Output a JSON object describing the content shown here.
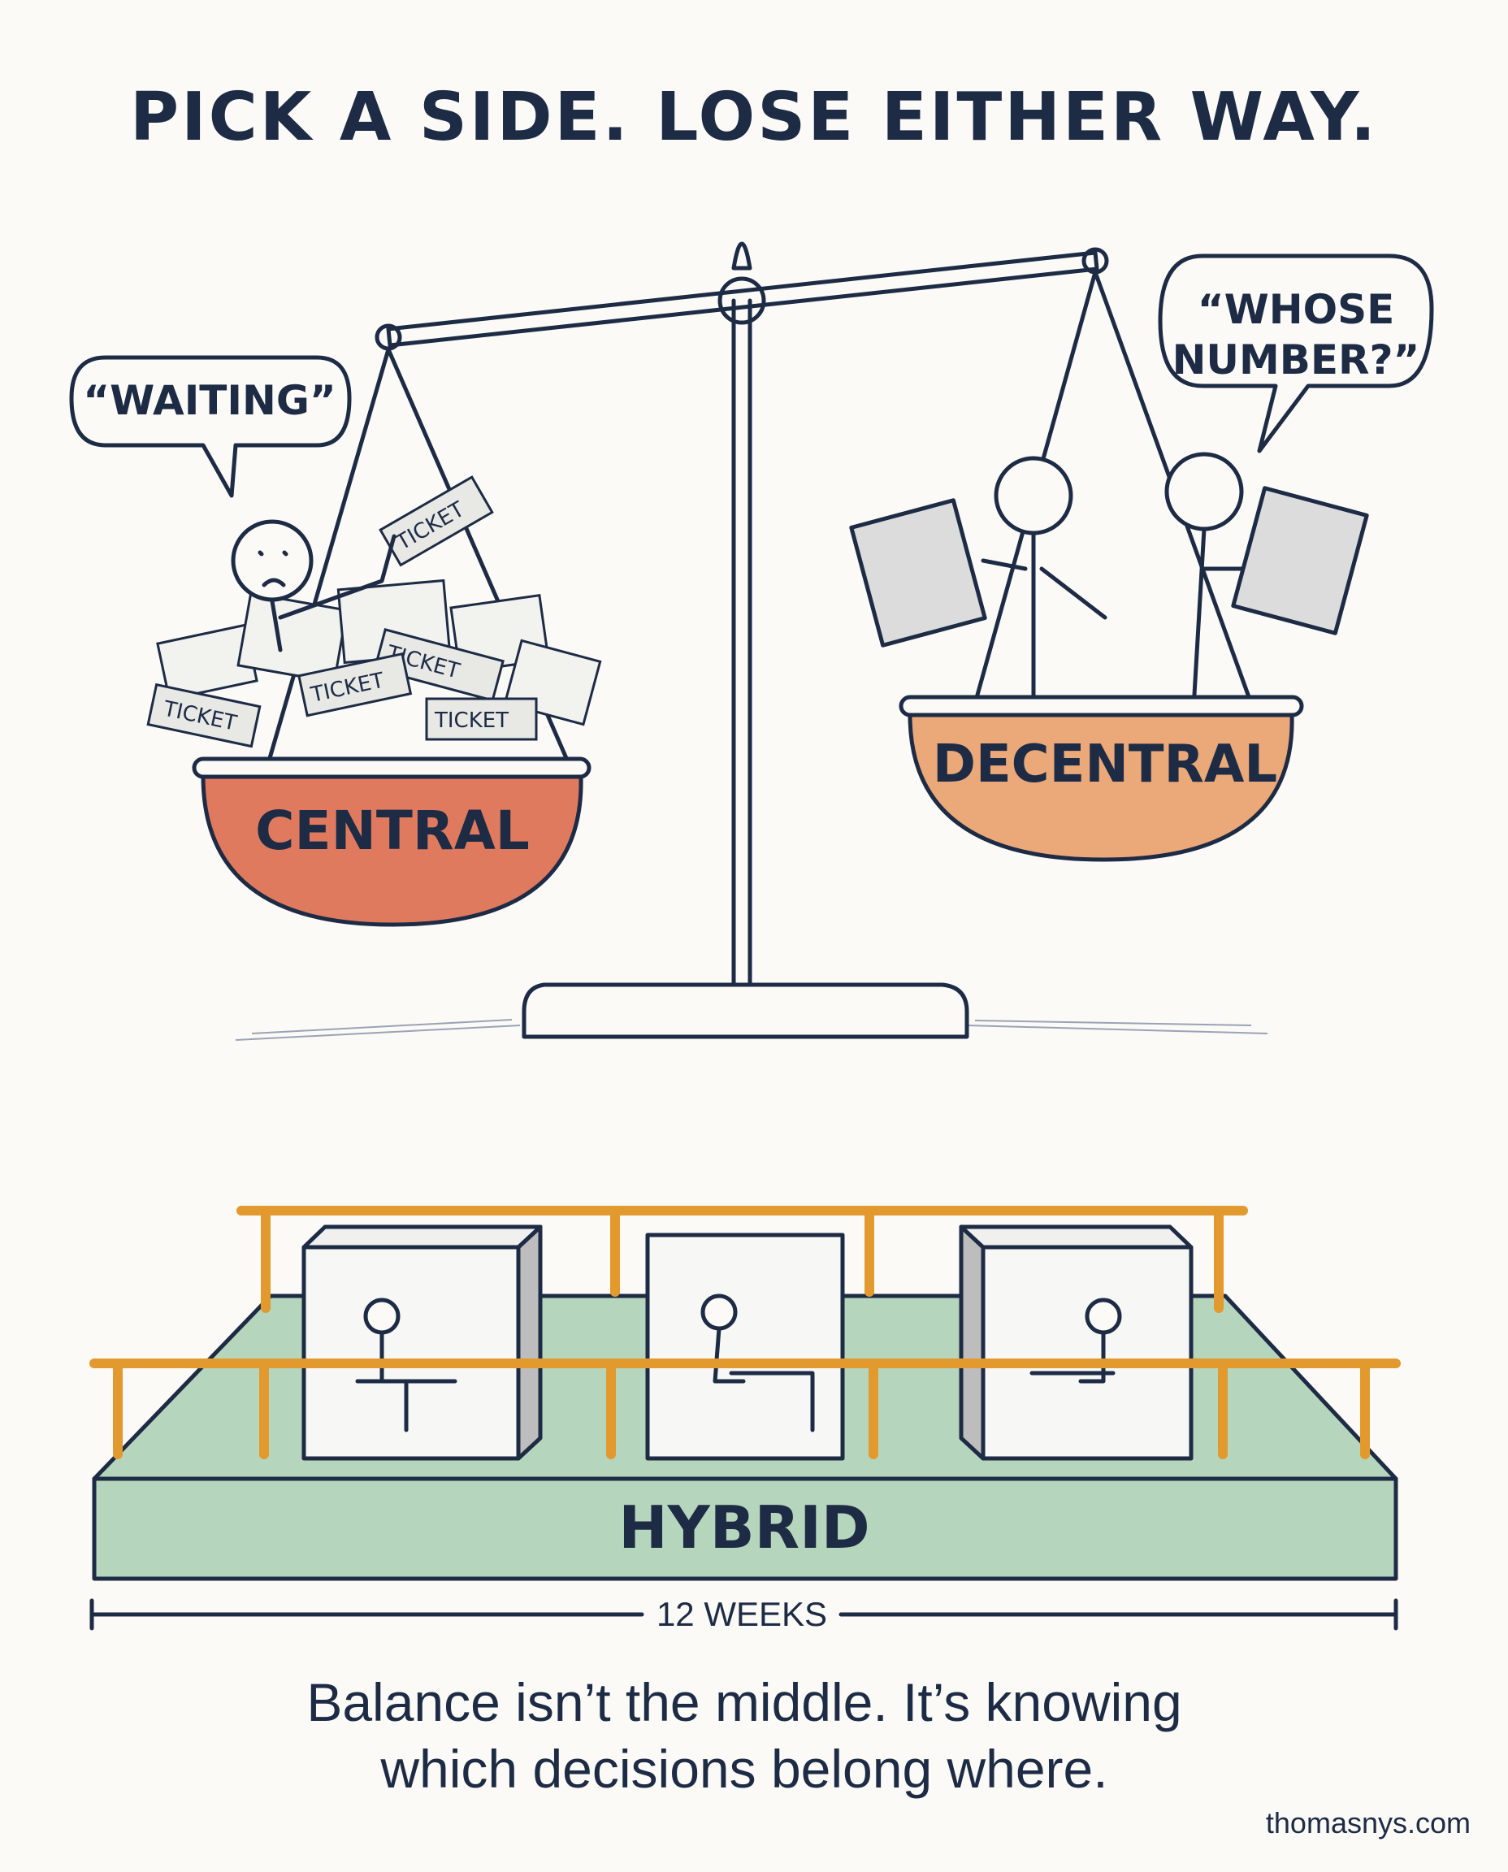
{
  "title": "PICK A SIDE. LOSE EITHER WAY.",
  "scale": {
    "left_pan": {
      "label": "CENTRAL",
      "speech": "“WAITING”",
      "tickets": [
        "TICKET",
        "TICKET",
        "TICKET",
        "TICKET",
        "TICKET"
      ],
      "color": "#e07a5f"
    },
    "right_pan": {
      "label": "DECENTRAL",
      "speech_line1": "“WHOSE",
      "speech_line2": "NUMBER?”",
      "color": "#eba878"
    }
  },
  "hybrid": {
    "label": "HYBRID",
    "duration": "12 WEEKS",
    "platform_color": "#b5d6bc",
    "railing_color": "#e29a2e"
  },
  "caption": {
    "line1": "Balance isn’t the middle. It’s knowing",
    "line2": "which decisions belong where."
  },
  "credit": "thomasnys.com"
}
